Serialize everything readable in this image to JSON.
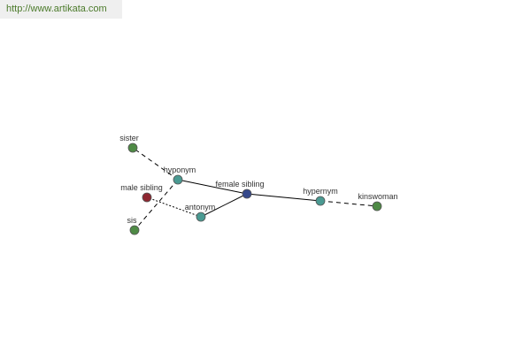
{
  "url": "http://www.artikata.com",
  "colors": {
    "url_text": "#4b7a2a",
    "edge": "#000000",
    "label": "#333333",
    "node_green": "#4e8a45",
    "node_teal": "#4a9a92",
    "node_blue": "#35488a",
    "node_red": "#8e2630",
    "node_stroke": "#555555"
  },
  "graph": {
    "nodes": [
      {
        "id": "sister",
        "label": "sister",
        "color": "green"
      },
      {
        "id": "hyponym",
        "label": "hyponym",
        "color": "teal"
      },
      {
        "id": "male_sibling",
        "label": "male sibling",
        "color": "red"
      },
      {
        "id": "sis",
        "label": "sis",
        "color": "green"
      },
      {
        "id": "antonym",
        "label": "antonym",
        "color": "teal"
      },
      {
        "id": "female_sibling",
        "label": "female sibling",
        "color": "blue"
      },
      {
        "id": "hypernym",
        "label": "hypernym",
        "color": "teal"
      },
      {
        "id": "kinswoman",
        "label": "kinswoman",
        "color": "green"
      }
    ],
    "edges": [
      {
        "from": "female_sibling",
        "to": "hyponym",
        "style": "solid"
      },
      {
        "from": "female_sibling",
        "to": "antonym",
        "style": "solid"
      },
      {
        "from": "female_sibling",
        "to": "hypernym",
        "style": "solid"
      },
      {
        "from": "hyponym",
        "to": "sister",
        "style": "dashed"
      },
      {
        "from": "hyponym",
        "to": "sis",
        "style": "dashed"
      },
      {
        "from": "antonym",
        "to": "male_sibling",
        "style": "dotted"
      },
      {
        "from": "hypernym",
        "to": "kinswoman",
        "style": "dashed"
      }
    ]
  }
}
